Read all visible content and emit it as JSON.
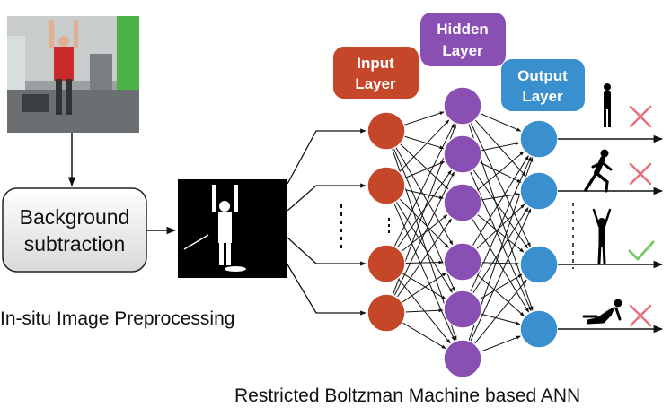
{
  "preprocessing": {
    "step_label_line1": "Background",
    "step_label_line2": "subtraction",
    "caption": "In-situ Image Preprocessing"
  },
  "network": {
    "input_layer": {
      "line1": "Input",
      "line2": "Layer",
      "color": "#c6462a"
    },
    "hidden_layer": {
      "line1": "Hidden",
      "line2": "Layer",
      "color": "#8a4fb3"
    },
    "output_layer": {
      "line1": "Output",
      "line2": "Layer",
      "color": "#3a8fcf"
    },
    "caption": "Restricted Boltzman Machine based ANN"
  },
  "outputs": [
    {
      "pose": "standing-icon",
      "result": "cross"
    },
    {
      "pose": "running-icon",
      "result": "cross"
    },
    {
      "pose": "arms-raised-icon",
      "result": "check"
    },
    {
      "pose": "lying-icon",
      "result": "cross"
    }
  ],
  "colors": {
    "cross": "#e8707a",
    "check": "#7cc96a"
  }
}
